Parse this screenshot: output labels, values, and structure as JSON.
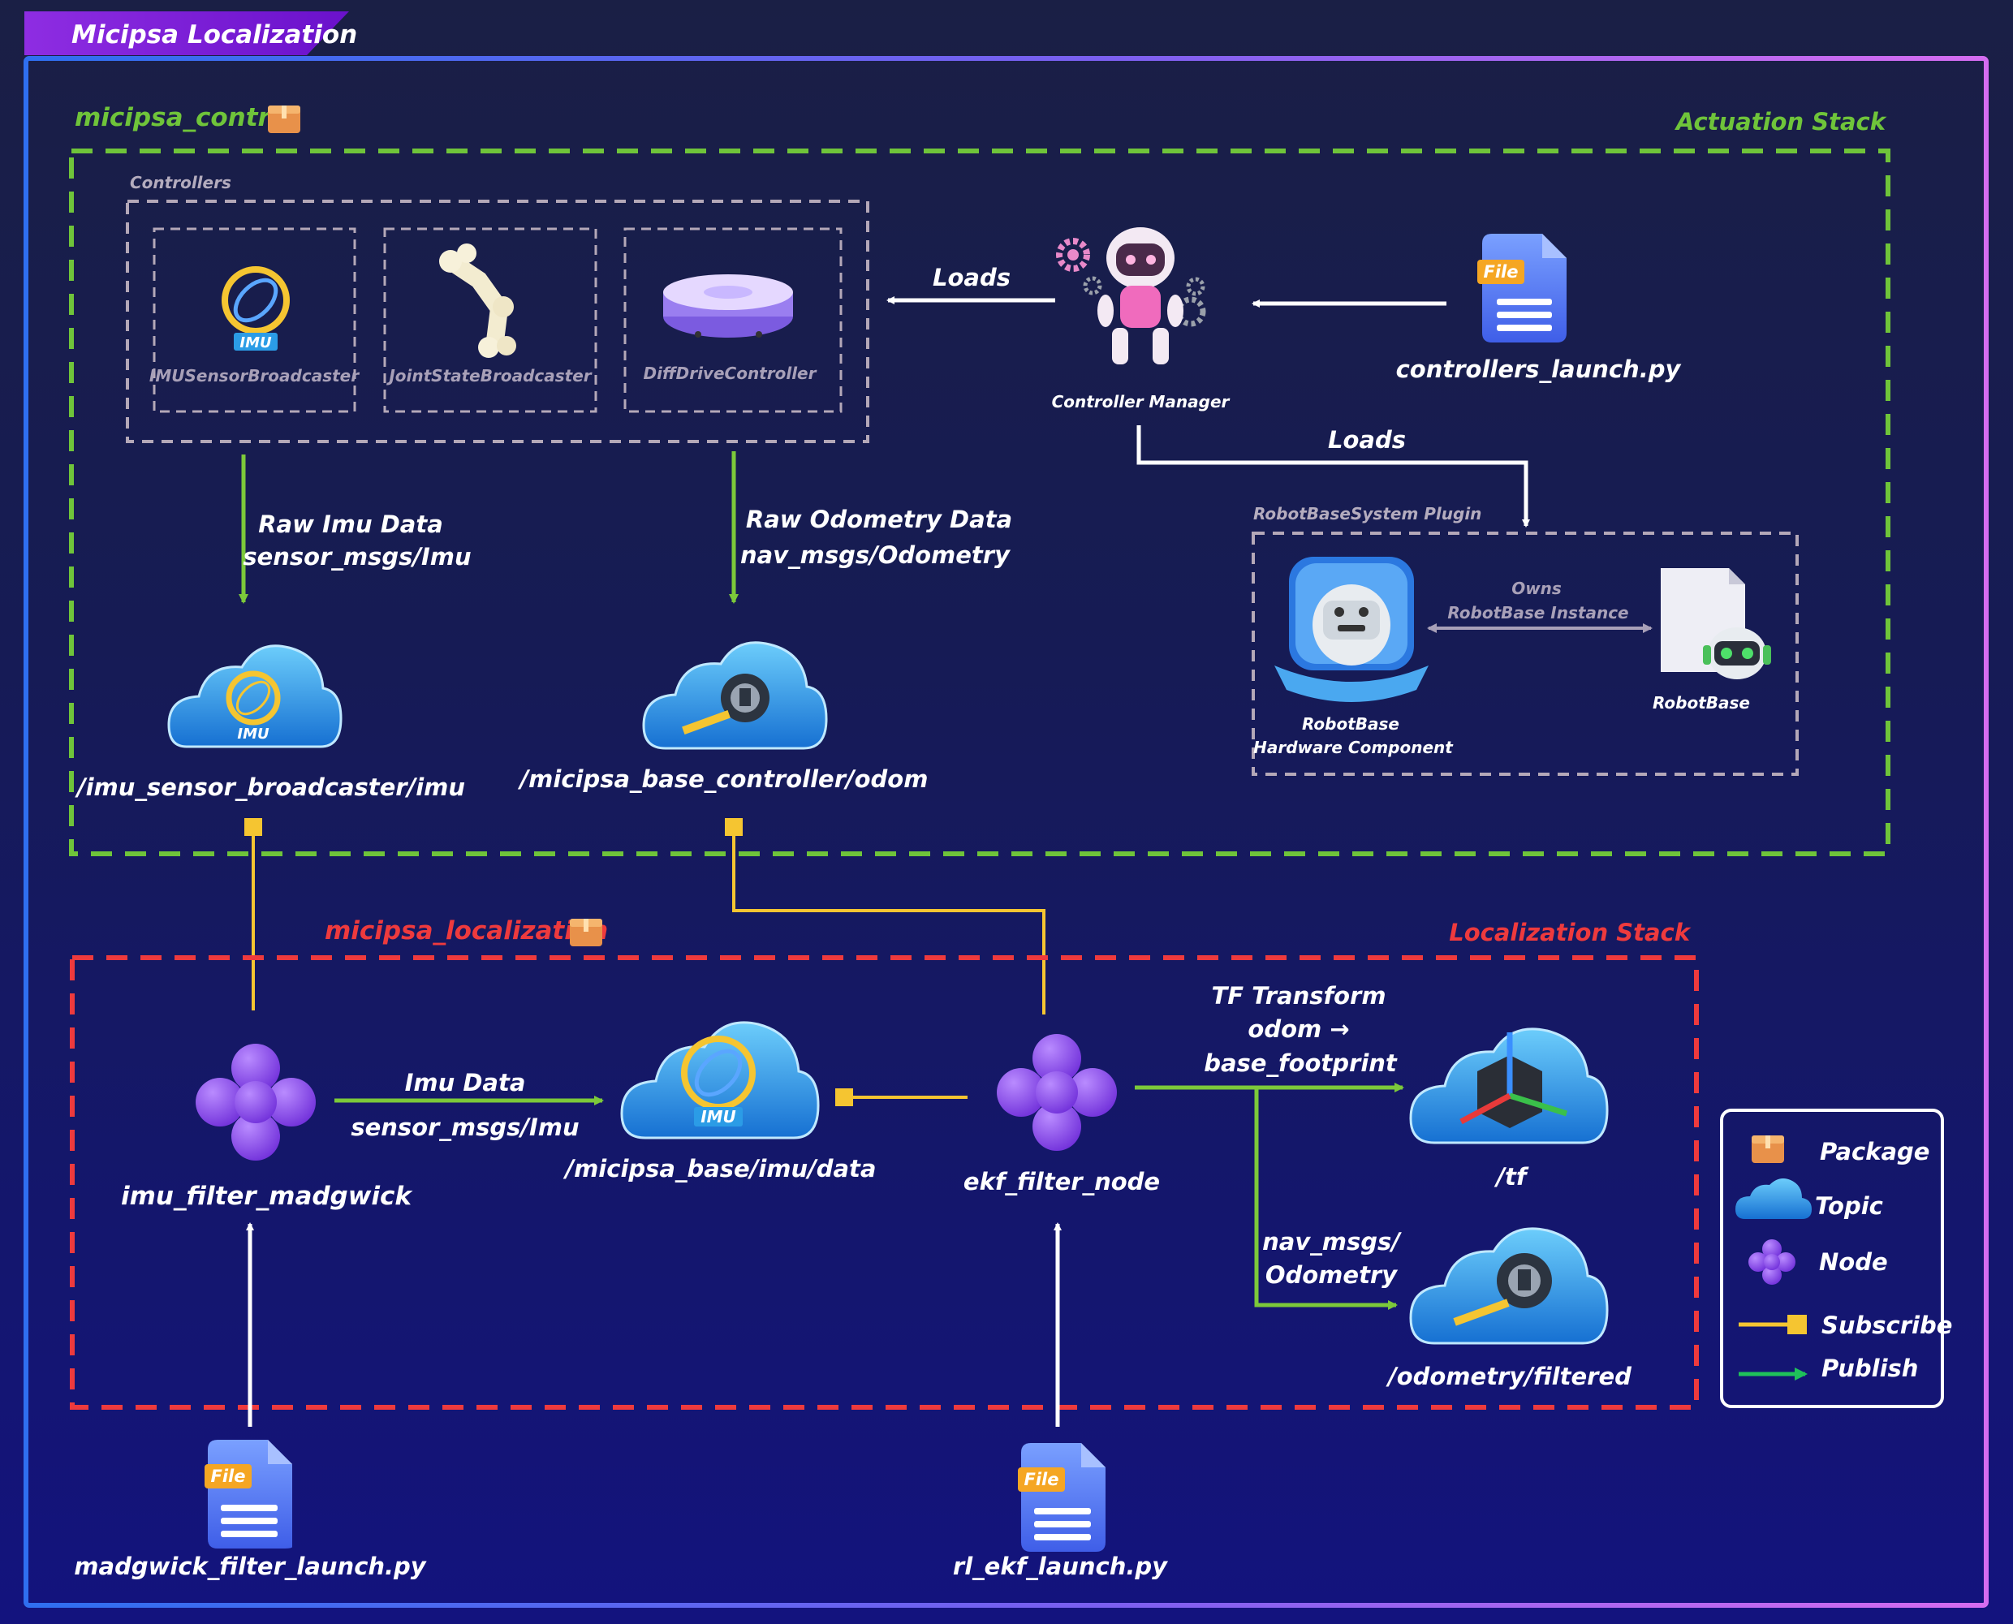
{
  "title": "Micipsa Localization",
  "colors": {
    "publish": "#7cc93a",
    "subscribe": "#f5c531",
    "actuation": "#6fc43a",
    "localization": "#ee3a3d",
    "node": "#8a45e8",
    "topic": "#2b9ce6"
  },
  "actuation": {
    "package_label": "micipsa_control",
    "stack_label": "Actuation Stack",
    "controllers_group_label": "Controllers",
    "controllers": [
      {
        "label": "IMUSensorBroadcaster",
        "icon": "imu-icon"
      },
      {
        "label": "JointStateBroadcaster",
        "icon": "bone-icon"
      },
      {
        "label": "DiffDriveController",
        "icon": "robot-vacuum-icon"
      }
    ],
    "controller_manager_label": "Controller Manager",
    "launch_file": "controllers_launch.py",
    "loads_label": "Loads",
    "loads_label_2": "Loads",
    "plugin_label": "RobotBaseSystem Plugin",
    "owns_line1": "Owns",
    "owns_line2": "RobotBase Instance",
    "hw_component_line1": "RobotBase",
    "hw_component_line2": "Hardware Component",
    "robot_base_label": "RobotBase",
    "raw_imu_line1": "Raw Imu Data",
    "raw_imu_line2": "sensor_msgs/Imu",
    "raw_odom_line1": "Raw Odometry Data",
    "raw_odom_line2": "nav_msgs/Odometry",
    "imu_topic": "/imu_sensor_broadcaster/imu",
    "odom_topic": "/micipsa_base_controller/odom"
  },
  "localization": {
    "package_label": "micipsa_localization",
    "stack_label": "Localization Stack",
    "madgwick_node": "imu_filter_madgwick",
    "imu_data_line1": "Imu Data",
    "imu_data_line2": "sensor_msgs/Imu",
    "imu_data_topic": "/micipsa_base/imu/data",
    "ekf_node": "ekf_filter_node",
    "tf_line1": "TF Transform",
    "tf_line2": "odom →",
    "tf_line3": "base_footprint",
    "tf_topic": "/tf",
    "nav_line1": "nav_msgs/",
    "nav_line2": "Odometry",
    "filtered_topic": "/odometry/filtered",
    "madgwick_launch": "madgwick_filter_launch.py",
    "ekf_launch": "rl_ekf_launch.py"
  },
  "file_badge": "File",
  "imu_badge": "IMU",
  "legend": {
    "items": [
      {
        "label": "Package",
        "icon": "package-icon"
      },
      {
        "label": "Topic",
        "icon": "cloud-icon"
      },
      {
        "label": "Node",
        "icon": "node-icon"
      },
      {
        "label": "Subscribe",
        "icon": "subscribe-line-icon"
      },
      {
        "label": "Publish",
        "icon": "publish-arrow-icon"
      }
    ]
  }
}
